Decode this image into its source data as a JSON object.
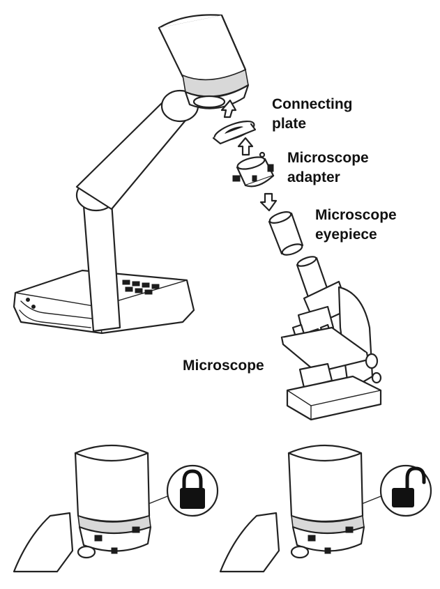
{
  "labels": {
    "connecting_plate_line1": "Connecting",
    "connecting_plate_line2": "plate",
    "adapter_line1": "Microscope",
    "adapter_line2": "adapter",
    "eyepiece_line1": "Microscope",
    "eyepiece_line2": "eyepiece",
    "microscope": "Microscope"
  },
  "icons": {
    "left_lock": "lock-closed-icon",
    "right_lock": "lock-open-icon"
  }
}
